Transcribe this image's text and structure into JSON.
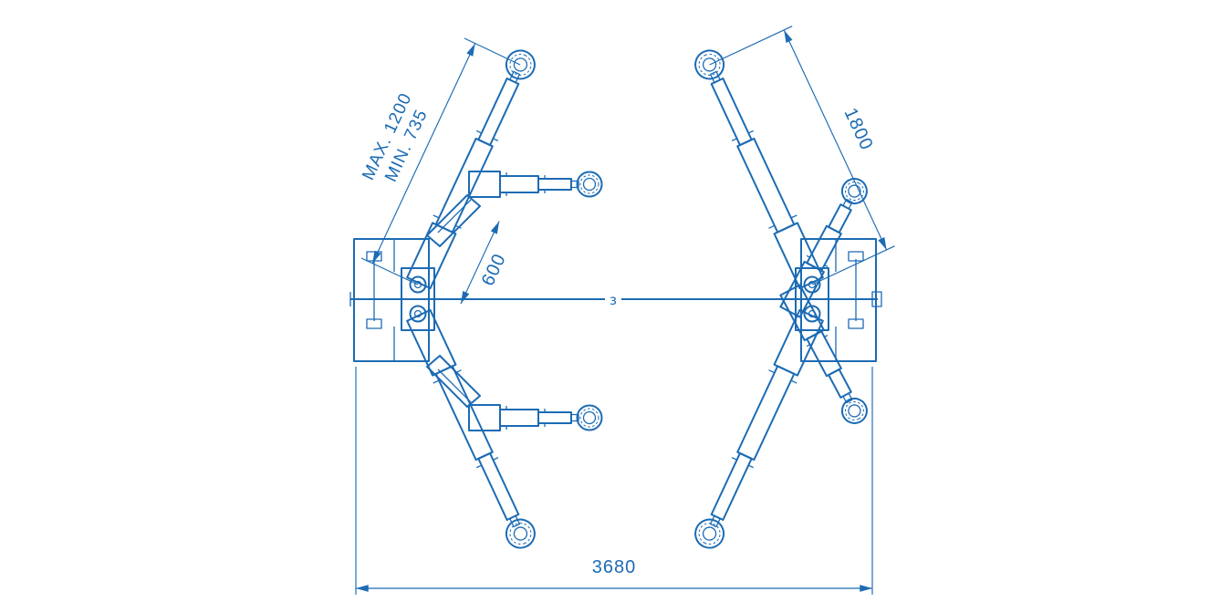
{
  "colors": {
    "line": "#1c6bb4",
    "background": "#ffffff"
  },
  "labels": {
    "arm_max": "MAX. 1200",
    "arm_min": "MIN. 735",
    "arm_length_1800": "1800",
    "offset_600": "600",
    "overall_width_3680": "3680",
    "center_mark": "ɜ"
  }
}
